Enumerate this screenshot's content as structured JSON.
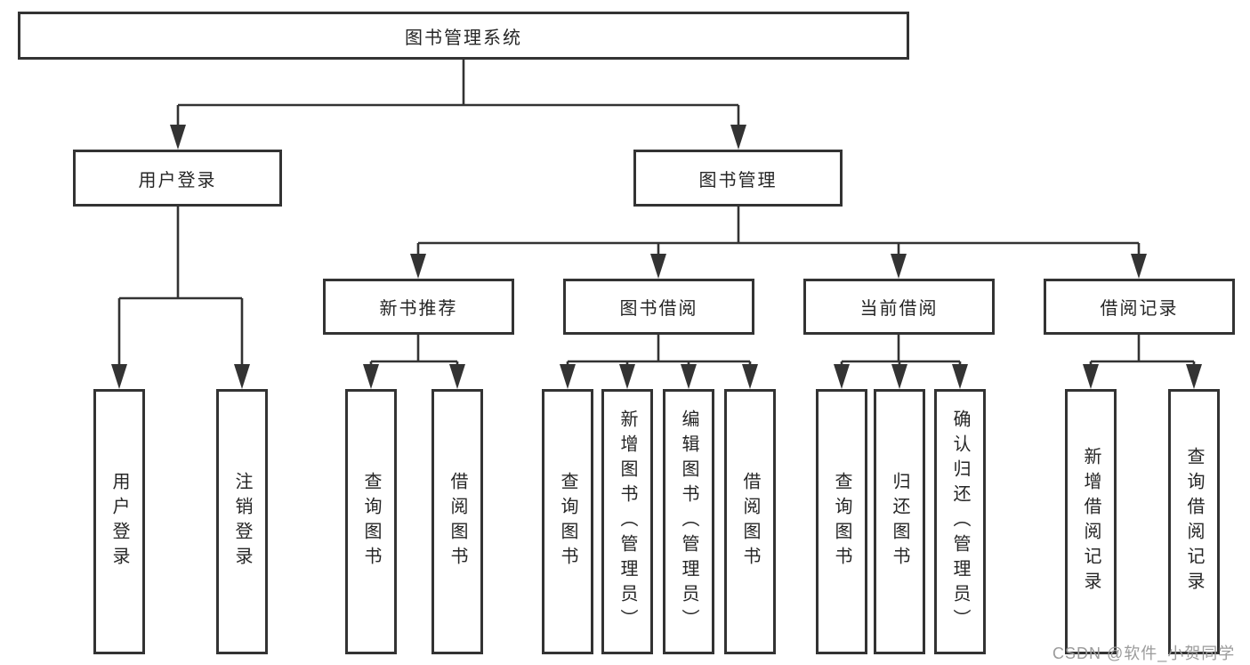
{
  "diagram": {
    "root": "图书管理系统",
    "branches": [
      {
        "label": "用户登录",
        "leaves": [
          "用户登录",
          "注销登录"
        ]
      },
      {
        "label": "图书管理",
        "groups": [
          {
            "label": "新书推荐",
            "leaves": [
              "查询图书",
              "借阅图书"
            ]
          },
          {
            "label": "图书借阅",
            "leaves": [
              "查询图书",
              "新增图书（管理员）",
              "编辑图书（管理员）",
              "借阅图书"
            ]
          },
          {
            "label": "当前借阅",
            "leaves": [
              "查询图书",
              "归还图书",
              "确认归还（管理员）"
            ]
          },
          {
            "label": "借阅记录",
            "leaves": [
              "新增借阅记录",
              "查询借阅记录"
            ]
          }
        ]
      }
    ]
  },
  "watermark": {
    "text": "CSDN @软件_小贺同学"
  },
  "colors": {
    "line": "#333333",
    "border": "#333333",
    "fill": "#ffffff",
    "text": "#262626",
    "bg": "#ffffff",
    "watermark": "#9b9b9b"
  }
}
